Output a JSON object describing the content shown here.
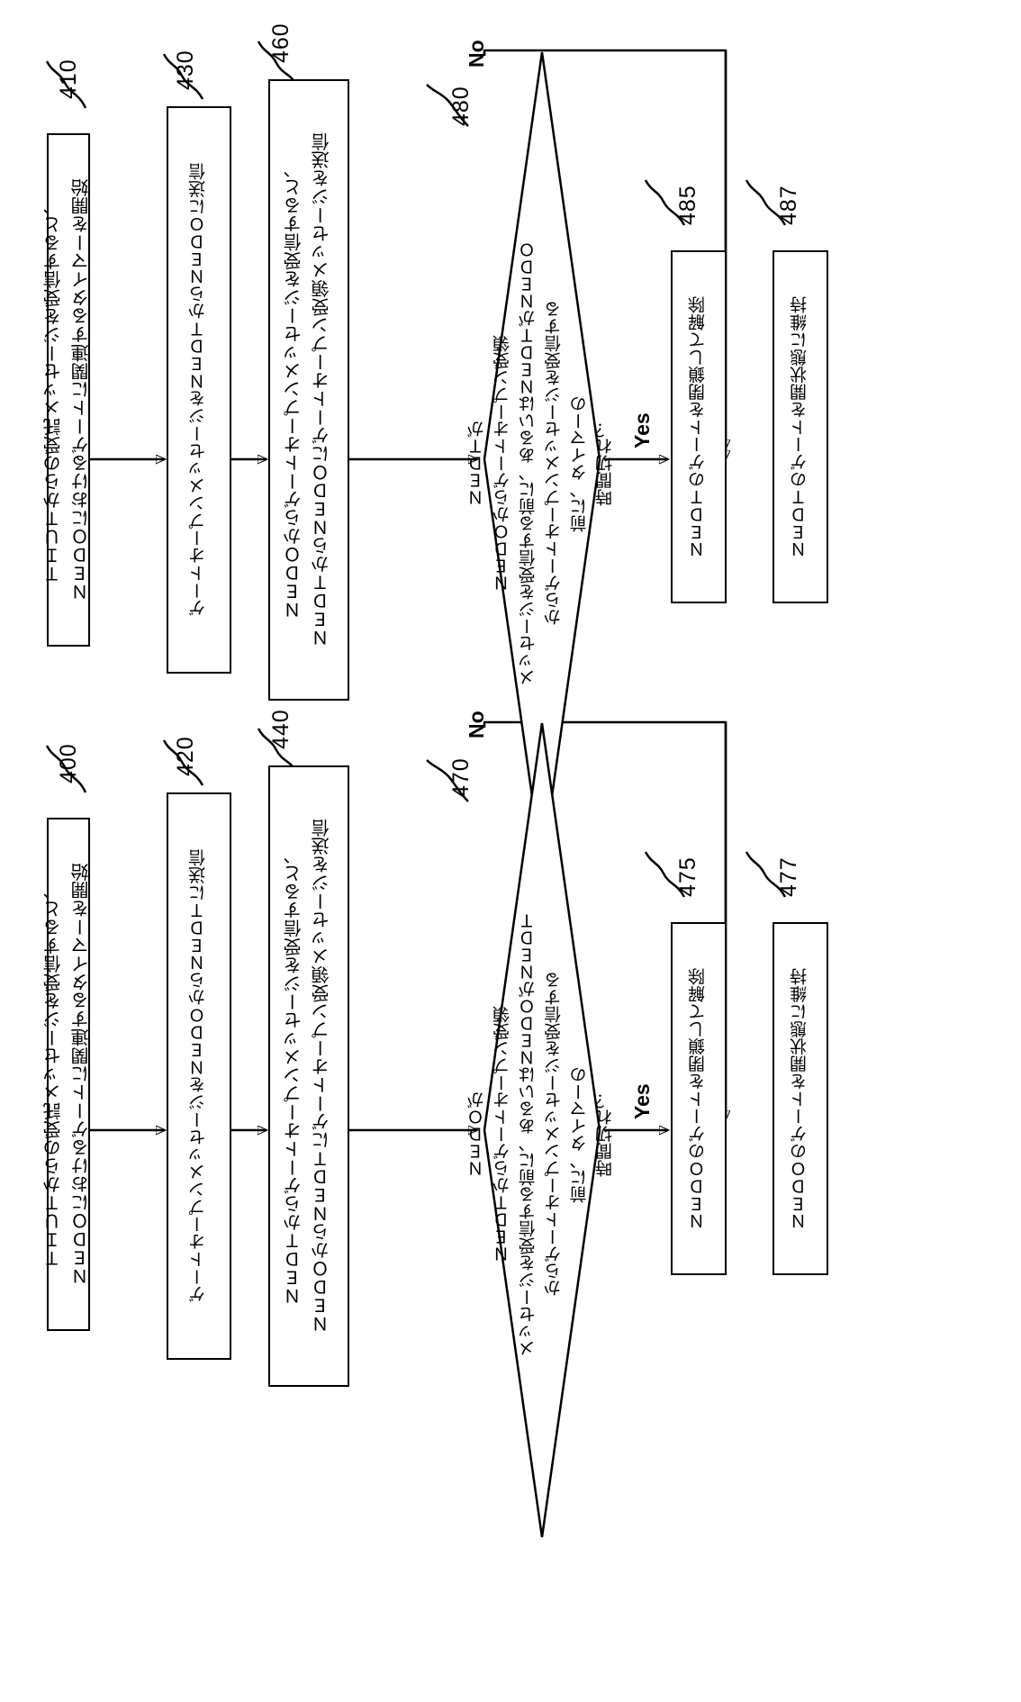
{
  "figure": {
    "title": "",
    "orientation": "rotated-90-ccw",
    "language": "ja"
  },
  "refs": {
    "r400": "400",
    "r410": "410",
    "r420": "420",
    "r430": "430",
    "r440": "440",
    "r460": "460",
    "r470": "470",
    "r475": "475",
    "r477": "477",
    "r480": "480",
    "r485": "485",
    "r487": "487"
  },
  "branch_labels": {
    "yes_left": "Yes",
    "no_left": "No",
    "yes_right": "Yes",
    "no_right": "No"
  },
  "flow_left": {
    "start": {
      "ref": "400",
      "text": "ＴＩＵＴからの受託メッセージを受信すると、\nＮＥＤＯにおけるゲートに関連するタイマーを開始"
    },
    "step2": {
      "ref": "420",
      "text": "ゲートオープンメッセージをＮＥＤＯからＮＥＤＴに送信"
    },
    "step3": {
      "ref": "440",
      "text": "ＮＥＤＴからゲートオープンメッセージを受信すると、\nＮＥＤＯからＮＥＤＴにゲートオープン受領メッセージを送信"
    },
    "decision": {
      "ref": "470",
      "text": "ＮＥＤＯが\nＮＥＤＴからゲートオープン受領\nメッセージを受信する前に、あるいはＮＥＤＯがＮＥＤＴ\nからゲートオープンメッセージを受信する\n前に、タイマーの\n時間切れ？"
    },
    "yes_outcome": {
      "ref": "475",
      "text": "ＮＥＤＯのゲートを閉鎖して解除"
    },
    "no_outcome": {
      "ref": "477",
      "text": "ＮＥＤＯのゲートを開状態に維持"
    }
  },
  "flow_right": {
    "start": {
      "ref": "410",
      "text": "ＴＩＵＴからの受託メッセージを受信すると、\nＮＥＤＯにおけるゲートに関連するタイマーを開始"
    },
    "step2": {
      "ref": "430",
      "text": "ゲートオープンメッセージをＮＥＤＴからＮＥＤＯに送信"
    },
    "step3": {
      "ref": "460",
      "text": "ＮＥＤＯからゲートオープンメッセージを受信すると、\nＮＥＤＴからＮＥＤＯにゲートオープン受領メッセージを送信"
    },
    "decision": {
      "ref": "480",
      "text": "ＮＥＤＴが\nＮＥＤＯからゲートオープン受領\nメッセージを受信する前に、あるいはＮＥＤＴがＮＥＤＯ\nからゲートオープンメッセージを受信する\n前に、タイマーの\n時間切れ？"
    },
    "yes_outcome": {
      "ref": "485",
      "text": "ＮＥＤＴのゲートを閉鎖して解除"
    },
    "no_outcome": {
      "ref": "487",
      "text": "ＮＥＤＴのゲートを開状態に維持"
    }
  }
}
